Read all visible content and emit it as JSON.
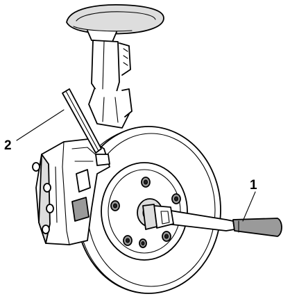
{
  "callouts": [
    {
      "id": "1",
      "label": "1"
    },
    {
      "id": "2",
      "label": "2"
    }
  ],
  "colors": {
    "ink": "#000000",
    "paper": "#ffffff",
    "shade": "#9a9a9a"
  }
}
